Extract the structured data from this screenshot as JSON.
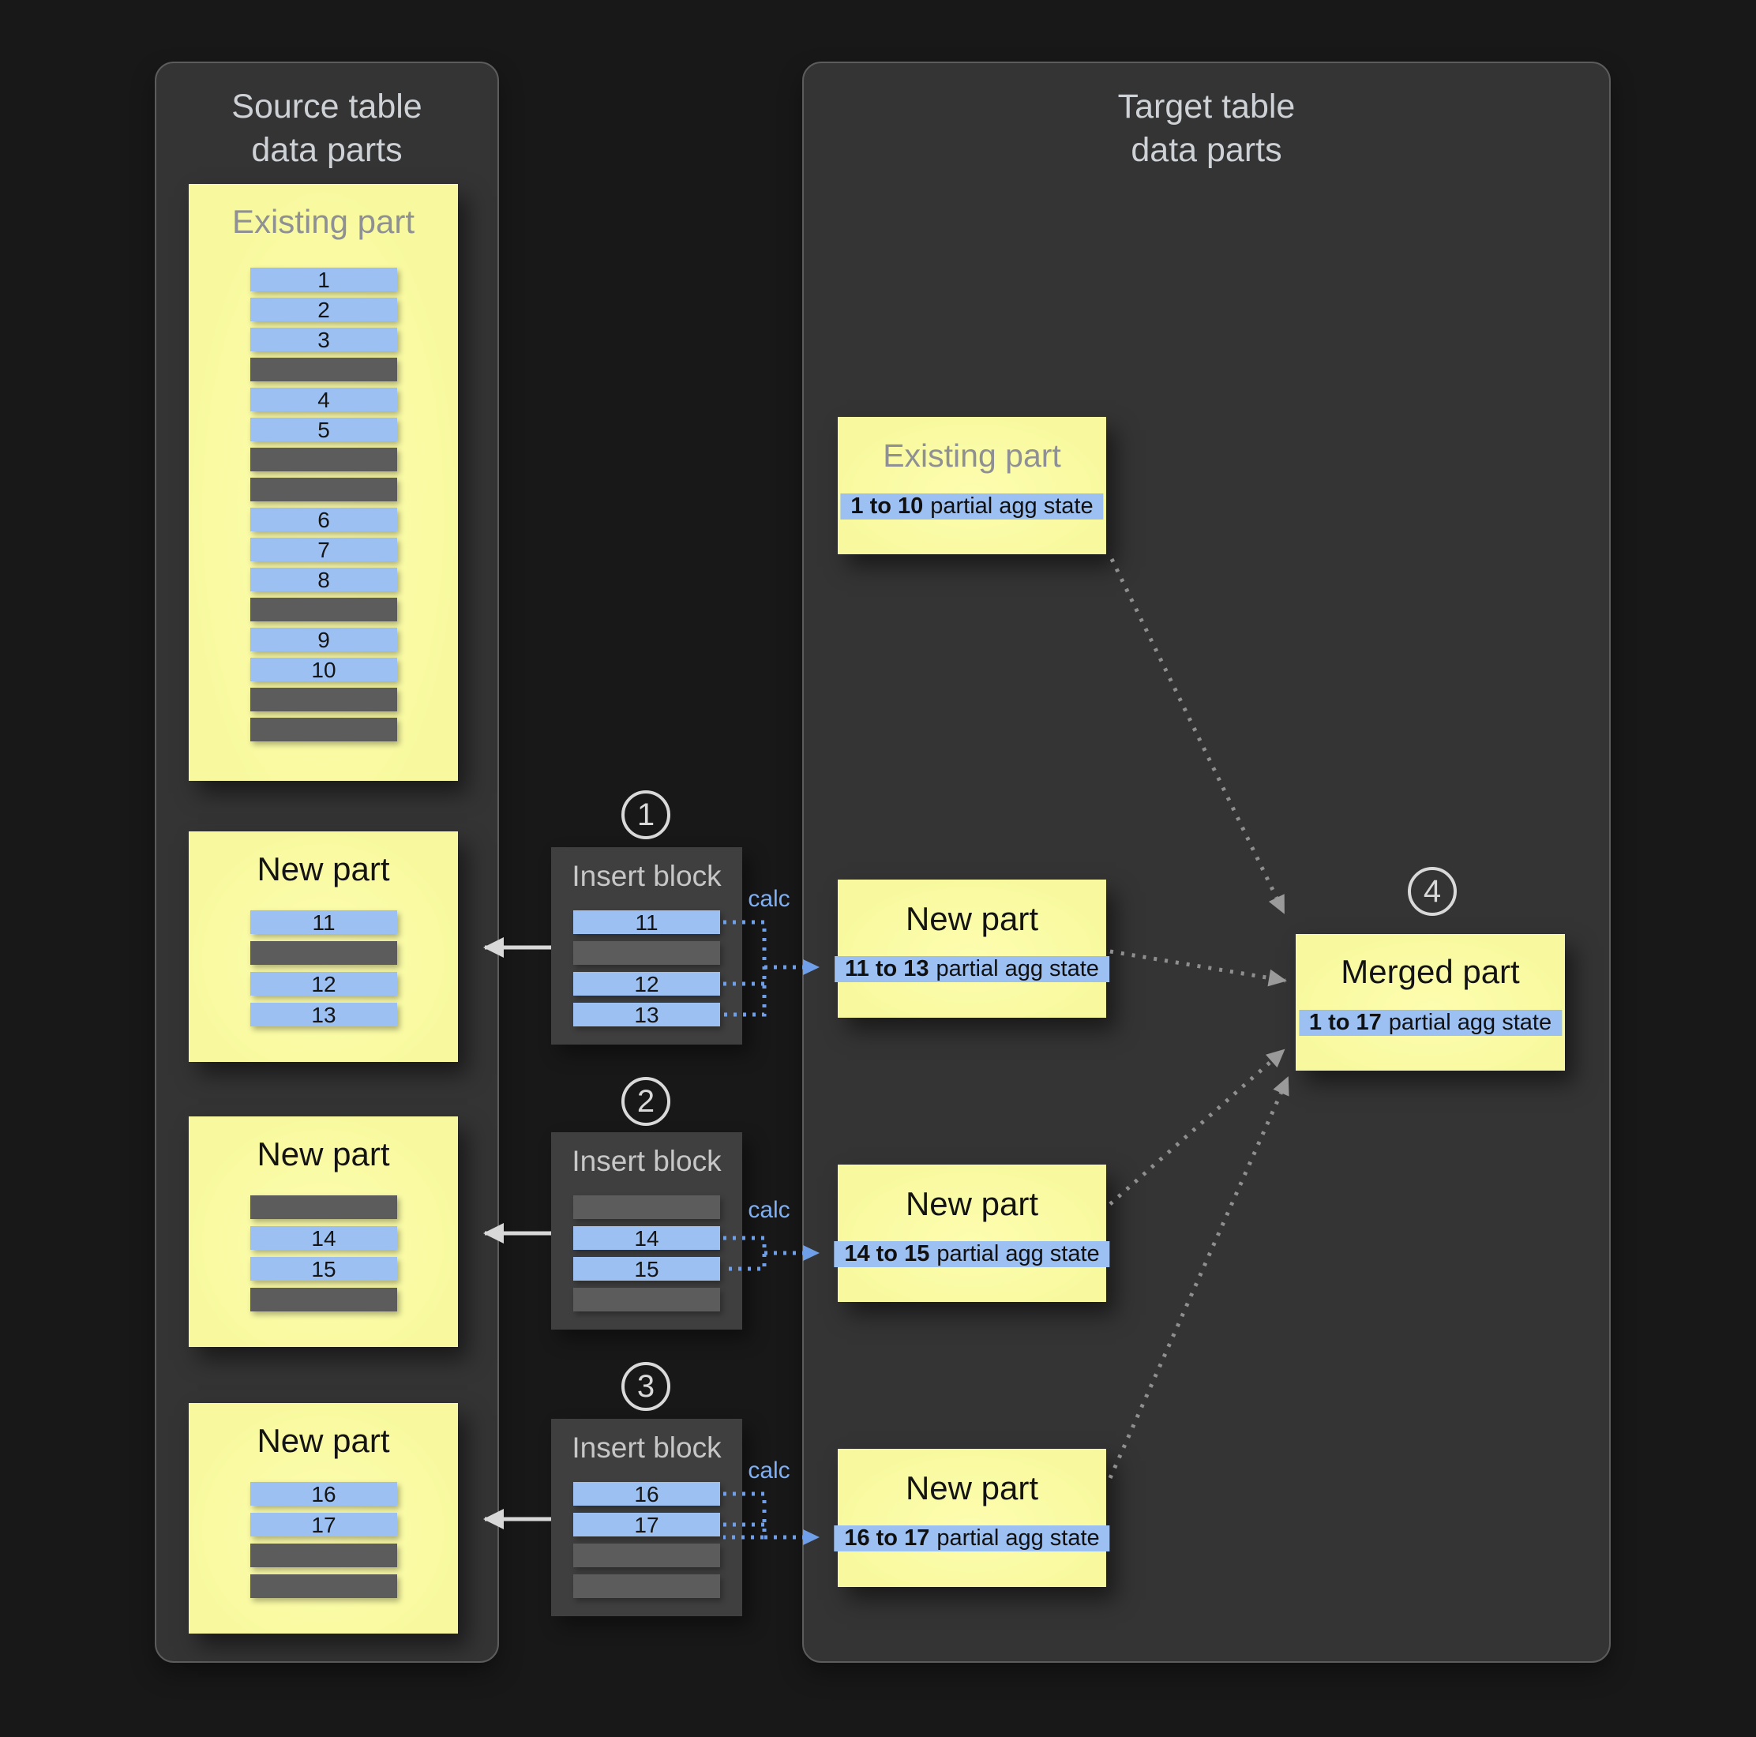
{
  "source_panel": {
    "title_line1": "Source table",
    "title_line2": "data parts",
    "existing_part": {
      "title": "Existing part",
      "rows": [
        "1",
        "2",
        "3",
        "",
        "4",
        "5",
        "",
        "",
        "6",
        "7",
        "8",
        "",
        "9",
        "10",
        "",
        ""
      ]
    },
    "new_parts": [
      {
        "title": "New part",
        "rows": [
          "11",
          "",
          "12",
          "13"
        ]
      },
      {
        "title": "New part",
        "rows": [
          "",
          "14",
          "15",
          ""
        ]
      },
      {
        "title": "New part",
        "rows": [
          "16",
          "17",
          "",
          ""
        ]
      }
    ]
  },
  "insert_steps": [
    {
      "number": "1",
      "title": "Insert block",
      "calc": "calc",
      "rows": [
        "11",
        "",
        "12",
        "13"
      ]
    },
    {
      "number": "2",
      "title": "Insert block",
      "calc": "calc",
      "rows": [
        "",
        "14",
        "15",
        ""
      ]
    },
    {
      "number": "3",
      "title": "Insert block",
      "calc": "calc",
      "rows": [
        "16",
        "17",
        "",
        ""
      ]
    }
  ],
  "target_panel": {
    "title_line1": "Target table",
    "title_line2": "data parts",
    "existing_part": {
      "title": "Existing part",
      "range": "1 to 10",
      "label": "partial agg state"
    },
    "new_parts": [
      {
        "title": "New part",
        "range": "11 to 13",
        "label": "partial agg state"
      },
      {
        "title": "New part",
        "range": "14 to 15",
        "label": "partial agg state"
      },
      {
        "title": "New part",
        "range": "16 to 17",
        "label": "partial agg state"
      }
    ],
    "merged_part": {
      "number": "4",
      "title": "Merged part",
      "range": "1 to 17",
      "label": "partial agg state"
    }
  },
  "colors": {
    "background": "#181818",
    "panel": "#343434",
    "part_yellow": "#f8f99e",
    "row_blue": "#9cc0f2",
    "row_gray": "#5c5c5c",
    "calc_blue": "#7fb0f5",
    "connector_blue": "#6f9fe8",
    "connector_gray": "#8f8f8f",
    "arrow_white": "#d8d8d8"
  }
}
